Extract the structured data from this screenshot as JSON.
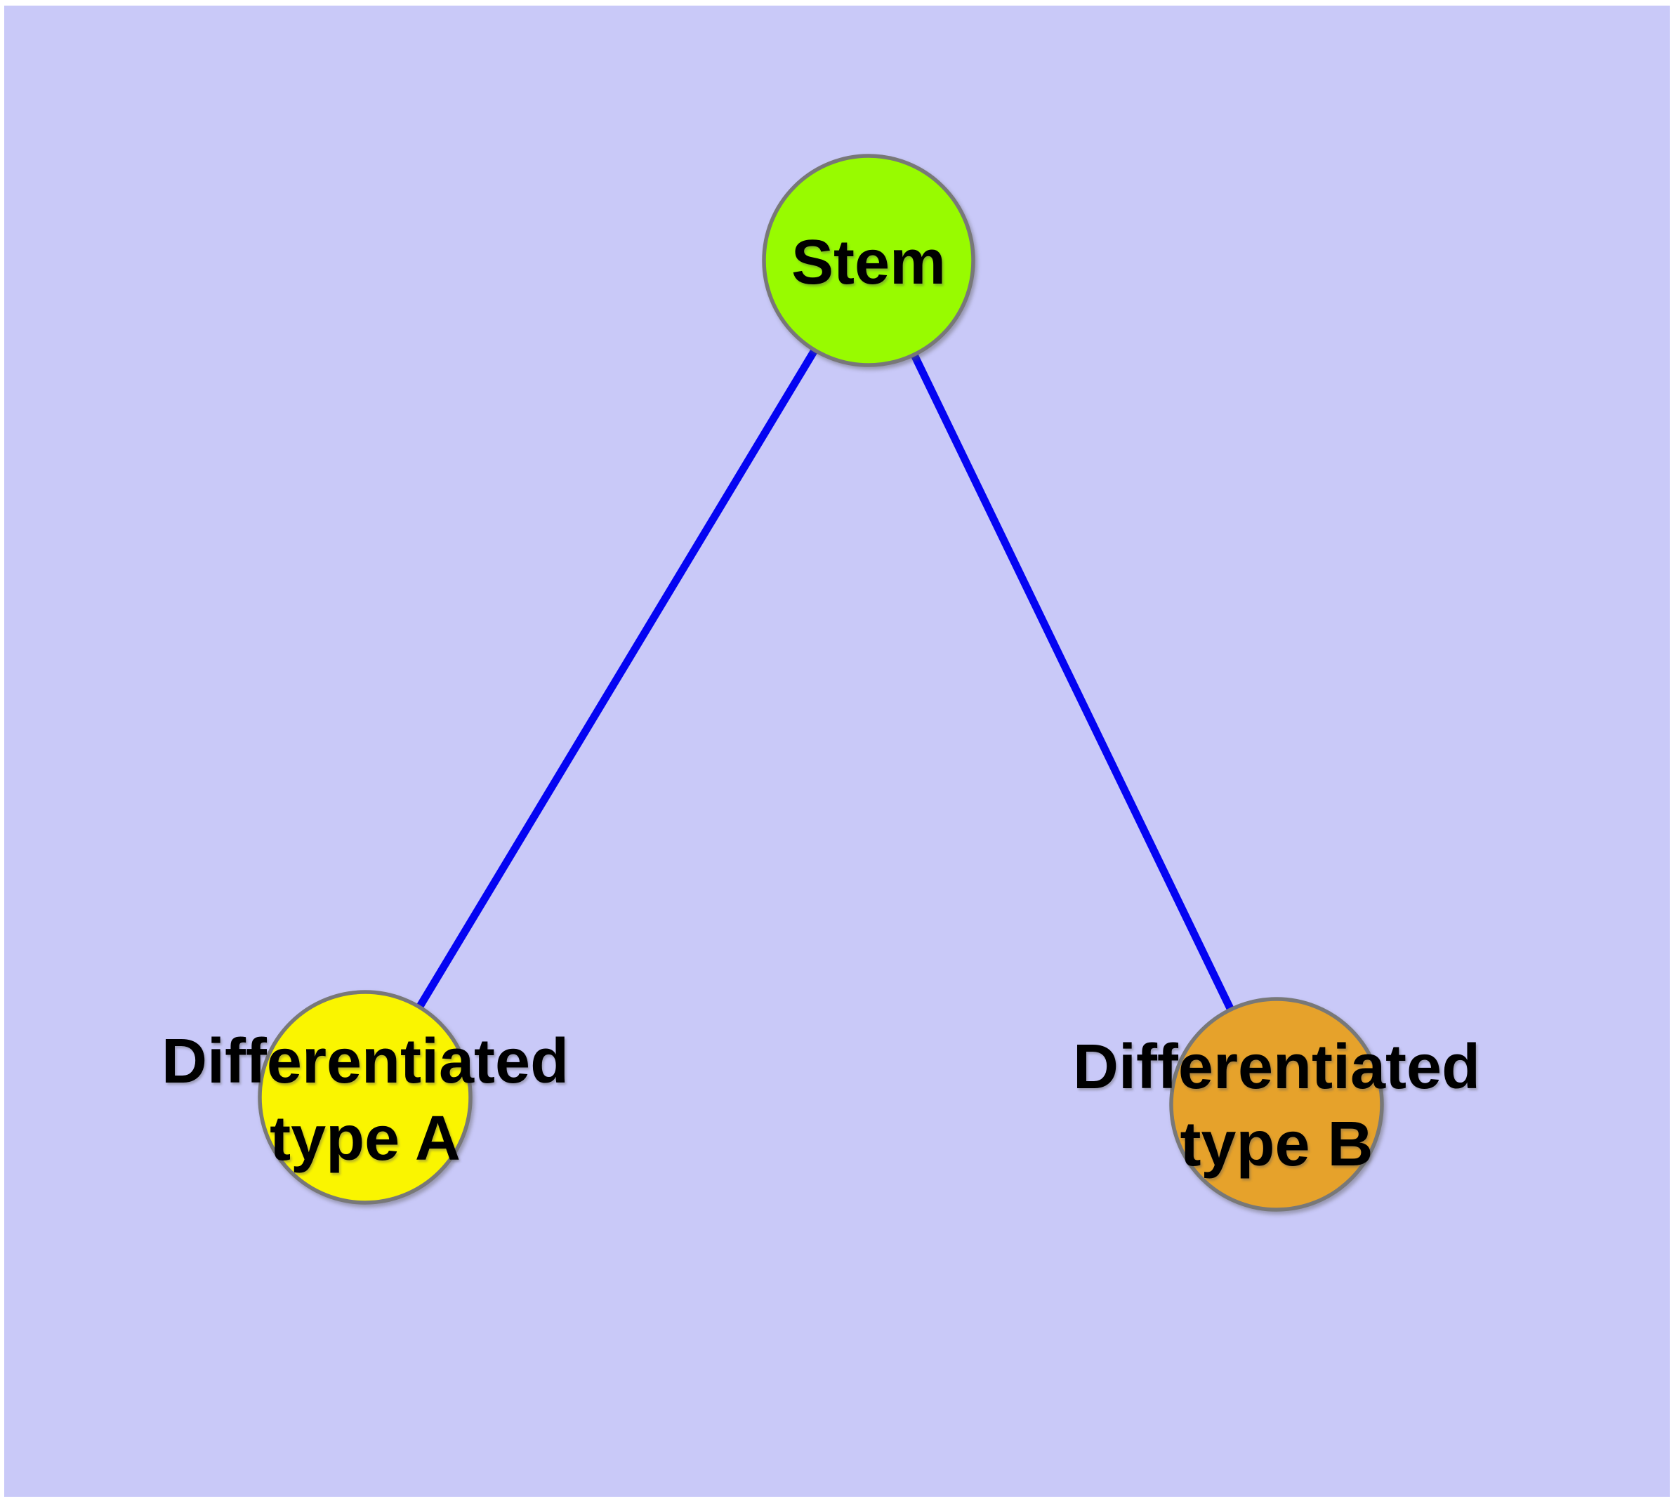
{
  "diagram": {
    "type": "graph",
    "background_color": "#C9C9F8",
    "edge_color": "#0404F2",
    "node_border_color": "#787878",
    "label_color": "#000000",
    "nodes": [
      {
        "id": "stem",
        "label": "Stem",
        "fill": "#98FB00"
      },
      {
        "id": "type-a",
        "label": "Differentiated\ntype A",
        "fill": "#FAF500"
      },
      {
        "id": "type-b",
        "label": "Differentiated\ntype B",
        "fill": "#E6A22B"
      }
    ],
    "edges": [
      {
        "from": "stem",
        "to": "type-a"
      },
      {
        "from": "stem",
        "to": "type-b"
      }
    ]
  }
}
